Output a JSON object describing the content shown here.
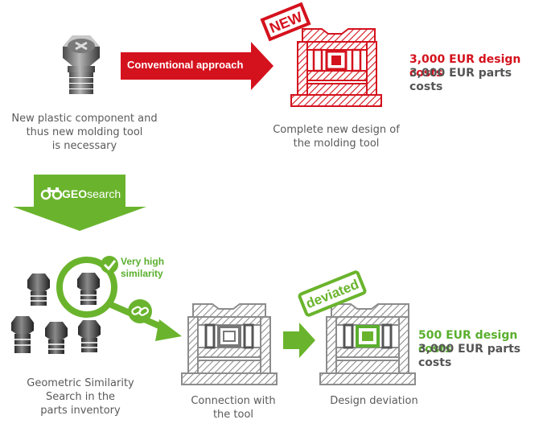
{
  "top": {
    "arrow_label": "Conventional approach",
    "new_stamp": "NEW",
    "component_caption": [
      "New plastic component and",
      "thus new molding tool",
      "is necessary"
    ],
    "tool_caption": [
      "Complete new design of",
      "the molding tool"
    ],
    "cost_design": "3,000 EUR design costs",
    "cost_parts": "3,000 EUR parts costs"
  },
  "geosearch": {
    "label_bold": "GEO",
    "label_rest": "search"
  },
  "bottom": {
    "similarity_label": [
      "Very high",
      "similarity"
    ],
    "inventory_caption": [
      "Geometric Similarity",
      "Search in the",
      "parts inventory"
    ],
    "connection_caption": [
      "Connection with",
      "the tool"
    ],
    "deviation_caption": "Design deviation",
    "deviated_stamp": "deviated",
    "cost_design": "500 EUR design costs",
    "cost_parts": "3,000 EUR parts costs"
  },
  "colors": {
    "red": "#d4121d",
    "green": "#5aaf2e",
    "gray": "#8c8c8c",
    "dark": "#555555"
  }
}
